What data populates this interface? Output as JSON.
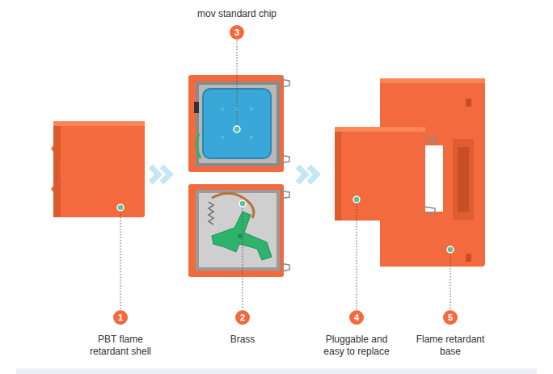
{
  "diagram": {
    "nodes": [
      {
        "text": [
          "1",
          "PBT flame retardant shell"
        ]
      },
      {
        "text": [
          "2",
          "Brass"
        ]
      },
      {
        "text": [
          "3",
          "mov standard chip"
        ]
      },
      {
        "text": [
          "4",
          "Pluggable and easy to replace"
        ]
      },
      {
        "text": [
          "5",
          "Flame retardant base"
        ]
      }
    ]
  }
}
